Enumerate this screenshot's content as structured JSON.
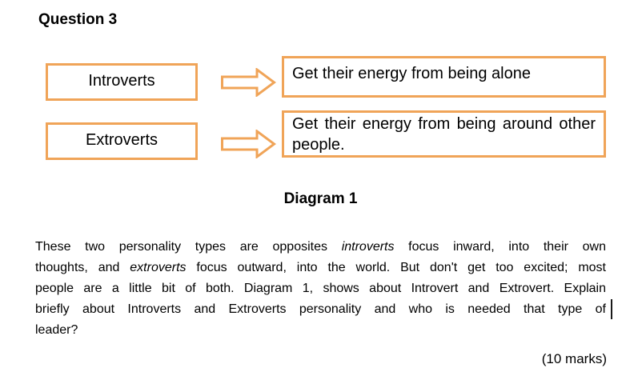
{
  "document": {
    "title": "Question 3",
    "caption": "Diagram 1",
    "marks_label": "(10 marks)",
    "accent_color": "#F0A458",
    "text_color": "#000000",
    "background": "#FFFFFF"
  },
  "diagram": {
    "arrow_icon": "block-arrow-right",
    "rows": [
      {
        "term": "Introverts",
        "definition_text": "Get their energy from being alone",
        "definition_lines": [
          {
            "justify": false,
            "segments": [
              {
                "t": "Get their energy from being alone"
              }
            ]
          }
        ]
      },
      {
        "term": "Extroverts",
        "definition_text": "Get their energy from being around other people.",
        "definition_lines": [
          {
            "justify": true,
            "segments": [
              {
                "t": "Get their energy from being around other"
              }
            ]
          },
          {
            "justify": false,
            "segments": [
              {
                "t": "people."
              }
            ]
          }
        ]
      }
    ]
  },
  "paragraph": {
    "full_text": "These two personality types are opposites introverts focus inward, into their own thoughts, and extroverts focus outward, into the world. But don't get too excited; most people are a little bit of both. Diagram 1, shows about Introvert and Extrovert. Explain briefly about Introverts and Extroverts personality and who is needed that type of leader?",
    "lines": [
      {
        "justify": true,
        "segments": [
          {
            "t": "These two personality types are opposites "
          },
          {
            "t": "introverts",
            "i": true
          },
          {
            "t": " focus inward, into their own"
          }
        ]
      },
      {
        "justify": true,
        "segments": [
          {
            "t": "thoughts, and "
          },
          {
            "t": "extroverts",
            "i": true
          },
          {
            "t": " focus outward, into the world. But don't get too excited; most"
          }
        ]
      },
      {
        "justify": true,
        "segments": [
          {
            "t": "people are a little bit of both. Diagram 1, shows about Introvert and Extrovert. Explain"
          }
        ]
      },
      {
        "justify": true,
        "segments": [
          {
            "t": "briefly about Introverts and Extroverts personality and who is needed that type of"
          }
        ]
      },
      {
        "justify": false,
        "segments": [
          {
            "t": "leader?"
          }
        ]
      }
    ]
  }
}
